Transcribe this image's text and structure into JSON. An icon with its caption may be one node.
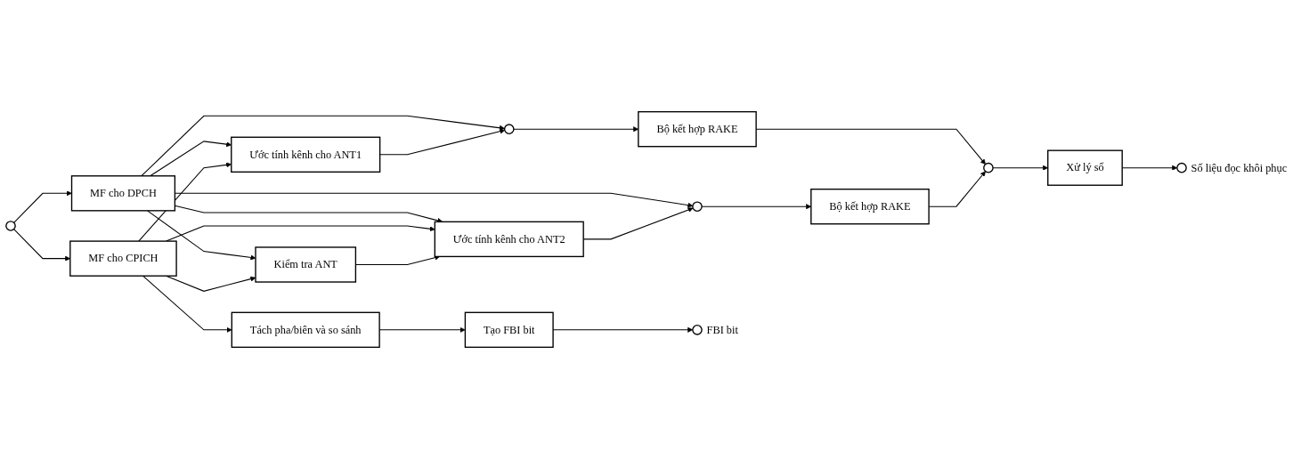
{
  "diagram": {
    "nodes": [
      {
        "text": [],
        "shape": "circle"
      },
      {
        "text": [
          "MF cho DPCH"
        ]
      },
      {
        "text": [],
        "shape": "circle"
      },
      {
        "text": [
          "Bộ kết hợp RAKE"
        ]
      },
      {
        "text": [],
        "shape": "circle"
      },
      {
        "text": [
          "Xử lý số"
        ]
      },
      {
        "text": [],
        "shape": "circle",
        "beside": [
          "Số liệu đọc khôi phục"
        ]
      },
      {
        "text": [
          "Ước tính kênh cho ANT1"
        ]
      },
      {
        "text": [],
        "shape": "circle"
      },
      {
        "text": [
          "Bộ kết hợp RAKE"
        ]
      },
      {
        "text": [
          "Ước tính kênh cho ANT2"
        ]
      },
      {
        "text": [
          "Kiểm tra ANT"
        ]
      },
      {
        "text": [
          "MF cho CPICH"
        ]
      },
      {
        "text": [
          "Tách pha/biên và so sánh"
        ]
      },
      {
        "text": [
          "Tạo FBI bit"
        ]
      },
      {
        "text": [],
        "shape": "circle",
        "beside": [
          "FBI bit"
        ]
      }
    ],
    "edges": [
      {
        "from": 0,
        "to": 1,
        "arrow": "to"
      },
      {
        "from": 0,
        "to": 12,
        "arrow": "to"
      },
      {
        "from": 1,
        "to": 2,
        "arrow": "to"
      },
      {
        "from": 1,
        "to": 8,
        "arrow": "to"
      },
      {
        "from": 1,
        "to": 7,
        "arrow": "to"
      },
      {
        "from": 1,
        "to": 10,
        "arrow": "to"
      },
      {
        "from": 1,
        "to": 11,
        "arrow": "to"
      },
      {
        "from": 12,
        "to": 7,
        "arrow": "to"
      },
      {
        "from": 12,
        "to": 10,
        "arrow": "to"
      },
      {
        "from": 12,
        "to": 11,
        "arrow": "to"
      },
      {
        "from": 12,
        "to": 13,
        "arrow": "to"
      },
      {
        "from": 7,
        "to": 2,
        "arrow": "to"
      },
      {
        "from": 10,
        "to": 8,
        "arrow": "to"
      },
      {
        "from": 11,
        "to": 10,
        "arrow": "to"
      },
      {
        "from": 2,
        "to": 3,
        "arrow": "to"
      },
      {
        "from": 8,
        "to": 9,
        "arrow": "to"
      },
      {
        "from": 3,
        "to": 4,
        "arrow": "to"
      },
      {
        "from": 9,
        "to": 4,
        "arrow": "to"
      },
      {
        "from": 4,
        "to": 5,
        "arrow": "to"
      },
      {
        "from": 5,
        "to": 6,
        "arrow": "to"
      },
      {
        "from": 13,
        "to": 14,
        "arrow": "to"
      },
      {
        "from": 14,
        "to": 15,
        "arrow": "to"
      }
    ]
  }
}
